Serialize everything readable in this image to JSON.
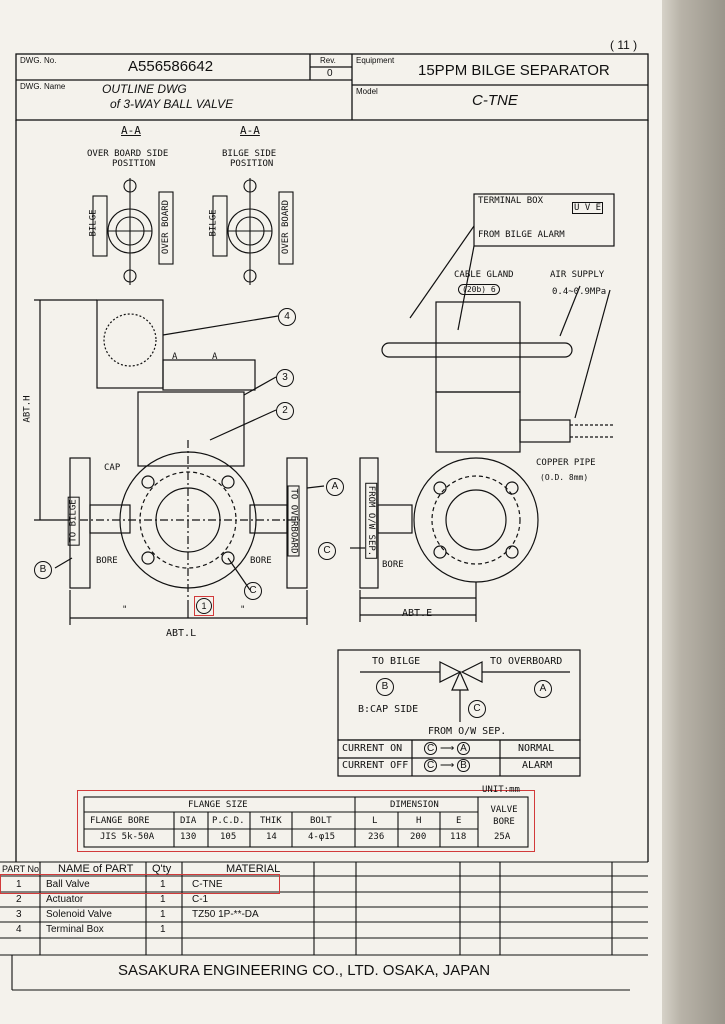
{
  "page_number": "( 11 )",
  "header": {
    "dwg_no_label": "DWG. No.",
    "dwg_no": "A556586642",
    "rev_label": "Rev.",
    "rev": "0",
    "equipment_label": "Equipment",
    "equipment": "15PPM BILGE SEPARATOR",
    "dwg_name_label": "DWG. Name",
    "dwg_name_line1": "OUTLINE DWG",
    "dwg_name_line2": "of 3-WAY BALL VALVE",
    "model_label": "Model",
    "model": "C-TNE"
  },
  "drawing": {
    "section_aa_1": "A-A",
    "section_aa_2": "A-A",
    "overboard_side_pos_1": "OVER BOARD SIDE",
    "overboard_side_pos_2": "POSITION",
    "bilge_side_pos_1": "BILGE SIDE",
    "bilge_side_pos_2": "POSITION",
    "bilge": "BILGE",
    "over_board": "OVER BOARD",
    "terminal_box": "TERMINAL BOX",
    "uve": "U V E",
    "from_bilge_alarm": "FROM BILGE ALARM",
    "cable_gland": "CABLE GLAND",
    "gland_spec": "(20b) 6",
    "air_supply": "AIR SUPPLY",
    "air_pressure": "0.4~0.9MPa",
    "copper_pipe": "COPPER PIPE",
    "copper_od": "(O.D. 8mm)",
    "cap": "CAP",
    "abt_h": "ABT.H",
    "abt_l": "ABT.L",
    "abt_e": "ABT.E",
    "to_bilge": "TO BILGE",
    "to_overboard": "TO OVERBOARD",
    "from_ow_sep": "FROM O/W SEP.",
    "bore": "BORE",
    "callout_a": "A",
    "callout_b": "B",
    "callout_c": "C",
    "part_1": "1",
    "part_2": "2",
    "part_3": "3",
    "part_4": "4",
    "section_a": "A",
    "tick_marks": "\""
  },
  "flow_diagram": {
    "to_bilge": "TO BILGE",
    "to_overboard": "TO OVERBOARD",
    "b_cap_side": "B:CAP SIDE",
    "from_ow_sep": "FROM O/W SEP.",
    "rows": [
      {
        "state": "CURRENT ON",
        "from": "C",
        "to": "A",
        "result": "NORMAL"
      },
      {
        "state": "CURRENT OFF",
        "from": "C",
        "to": "B",
        "result": "ALARM"
      }
    ]
  },
  "spec_table": {
    "unit": "UNIT:mm",
    "flange_size": "FLANGE SIZE",
    "dimension": "DIMENSION",
    "valve_bore": "VALVE BORE",
    "headers": [
      "FLANGE BORE",
      "DIA",
      "P.C.D.",
      "THIK",
      "BOLT",
      "L",
      "H",
      "E"
    ],
    "values": [
      "JIS 5k-50A",
      "130",
      "105",
      "14",
      "4-φ15",
      "236",
      "200",
      "118",
      "25A"
    ]
  },
  "parts_table": {
    "headers": [
      "PART No",
      "NAME of PART",
      "Q'ty",
      "MATERIAL"
    ],
    "rows": [
      {
        "no": "1",
        "name": "Ball Valve",
        "qty": "1",
        "material": "C-TNE"
      },
      {
        "no": "2",
        "name": "Actuator",
        "qty": "1",
        "material": "C-1"
      },
      {
        "no": "3",
        "name": "Solenoid Valve",
        "qty": "1",
        "material": "TZ50 1P-**-DA"
      },
      {
        "no": "4",
        "name": "Terminal Box",
        "qty": "1",
        "material": ""
      }
    ]
  },
  "footer": "SASAKURA ENGINEERING CO., LTD. OSAKA, JAPAN",
  "colors": {
    "paper": "#f4f2ec",
    "ink": "#111111",
    "highlight": "#d23a3a"
  }
}
